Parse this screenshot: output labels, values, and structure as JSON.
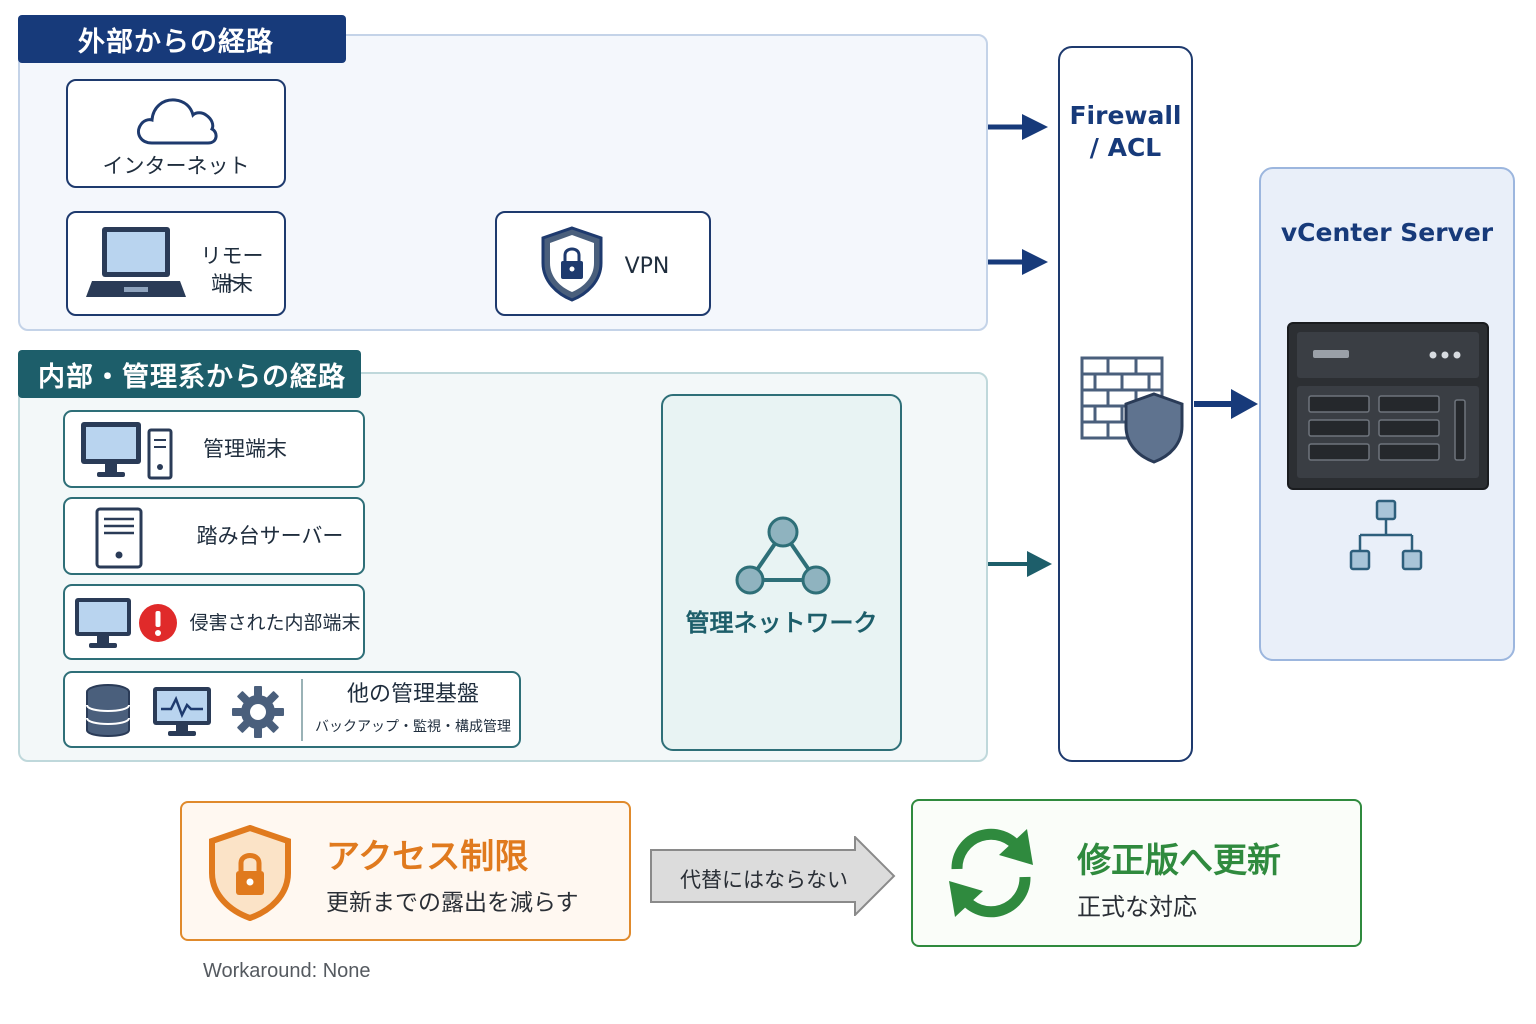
{
  "external_group": {
    "title": "外部からの経路",
    "internet_label": "インターネット",
    "remote_label_line1": "リモート",
    "remote_label_line2": "端末",
    "vpn_label": "VPN"
  },
  "internal_group": {
    "title": "内部・管理系からの経路",
    "mgmt_terminal_label": "管理端末",
    "jump_server_label": "踏み台サーバー",
    "compromised_label": "侵害された内部端末",
    "other_infra_title": "他の管理基盤",
    "other_infra_sub": "バックアップ・監視・構成管理",
    "mgmt_network_label": "管理ネットワーク"
  },
  "firewall": {
    "line1": "Firewall",
    "line2": "/ ACL"
  },
  "vcenter": {
    "title": "vCenter Server"
  },
  "access_restriction": {
    "title": "アクセス制限",
    "subtitle": "更新までの露出を減らす"
  },
  "not_alternative_label": "代替にはならない",
  "update_fix": {
    "title": "修正版へ更新",
    "subtitle": "正式な対応"
  },
  "workaround_note": "Workaround: None",
  "colors": {
    "navy": "#173a7a",
    "teal": "#1d5e6a",
    "orange": "#e07a1e",
    "green": "#2f8a3e",
    "alert_red": "#e02a2a"
  }
}
